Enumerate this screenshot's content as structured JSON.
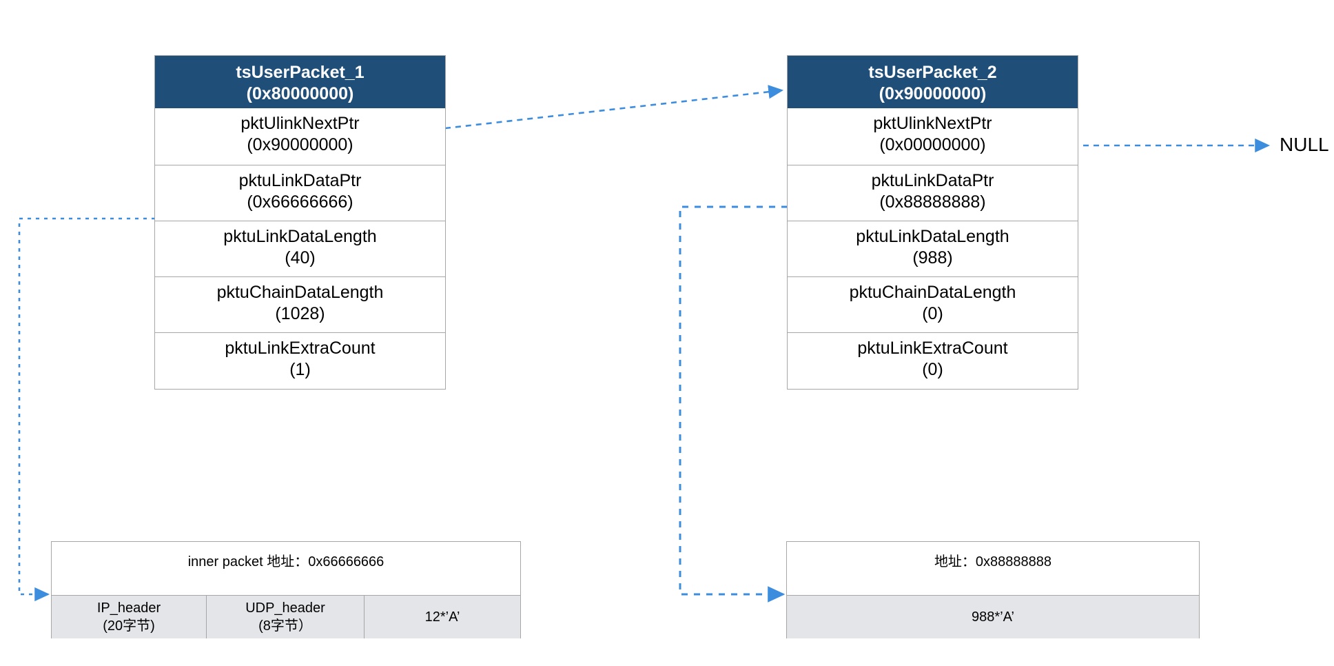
{
  "diagram": {
    "title_hidden": "",
    "accent_line_color": "#3C8DDE",
    "header_color": "#1F4E79",
    "cell_fill_color": "#E3E5E8",
    "border_color": "#A6A6A6"
  },
  "packet1": {
    "title": "tsUserPacket_1",
    "address": "(0x80000000)",
    "rows": [
      {
        "name": "pktUlinkNextPtr",
        "value": "(0x90000000)"
      },
      {
        "name": "pktuLinkDataPtr",
        "value": "(0x66666666)"
      },
      {
        "name": "pktuLinkDataLength",
        "value": "(40)"
      },
      {
        "name": "pktuChainDataLength",
        "value": "(1028)"
      },
      {
        "name": "pktuLinkExtraCount",
        "value": "(1)"
      }
    ]
  },
  "packet2": {
    "title": "tsUserPacket_2",
    "address": "(0x90000000)",
    "rows": [
      {
        "name": "pktUlinkNextPtr",
        "value": "(0x00000000)"
      },
      {
        "name": "pktuLinkDataPtr",
        "value": "(0x88888888)"
      },
      {
        "name": "pktuLinkDataLength",
        "value": "(988)"
      },
      {
        "name": "pktuChainDataLength",
        "value": "(0)"
      },
      {
        "name": "pktuLinkExtraCount",
        "value": "(0)"
      }
    ]
  },
  "buffer1": {
    "caption": "inner packet 地址：0x66666666",
    "cells": [
      {
        "line1": "IP_header",
        "line2": "(20字节)"
      },
      {
        "line1": "UDP_header",
        "line2": "(8字节）"
      },
      {
        "line1": "12*’A’",
        "line2": ""
      }
    ]
  },
  "buffer2": {
    "caption": "地址：0x88888888",
    "cells": [
      {
        "line1": "988*’A’",
        "line2": ""
      }
    ]
  },
  "null_node": {
    "label": "NULL"
  }
}
